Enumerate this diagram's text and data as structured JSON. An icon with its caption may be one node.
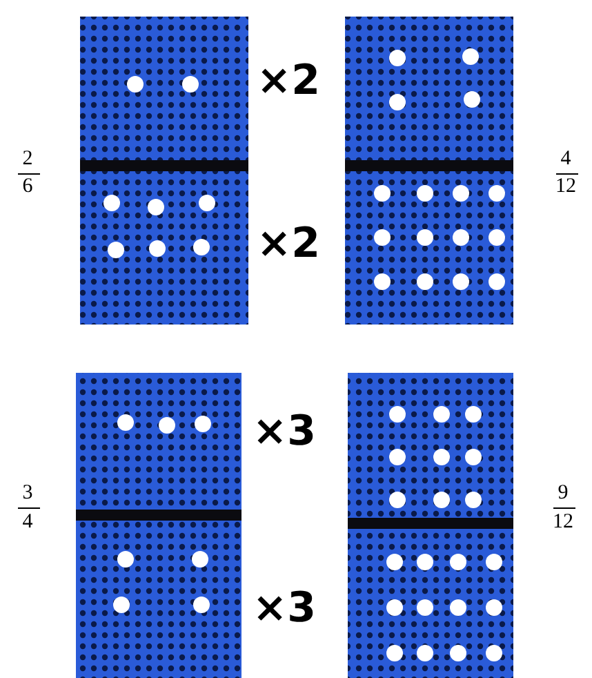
{
  "diagram": {
    "labels": [
      "×2",
      "2",
      "6",
      "4",
      "12",
      "×2",
      "×3",
      "3",
      "4",
      "9",
      "12",
      "×3"
    ]
  }
}
